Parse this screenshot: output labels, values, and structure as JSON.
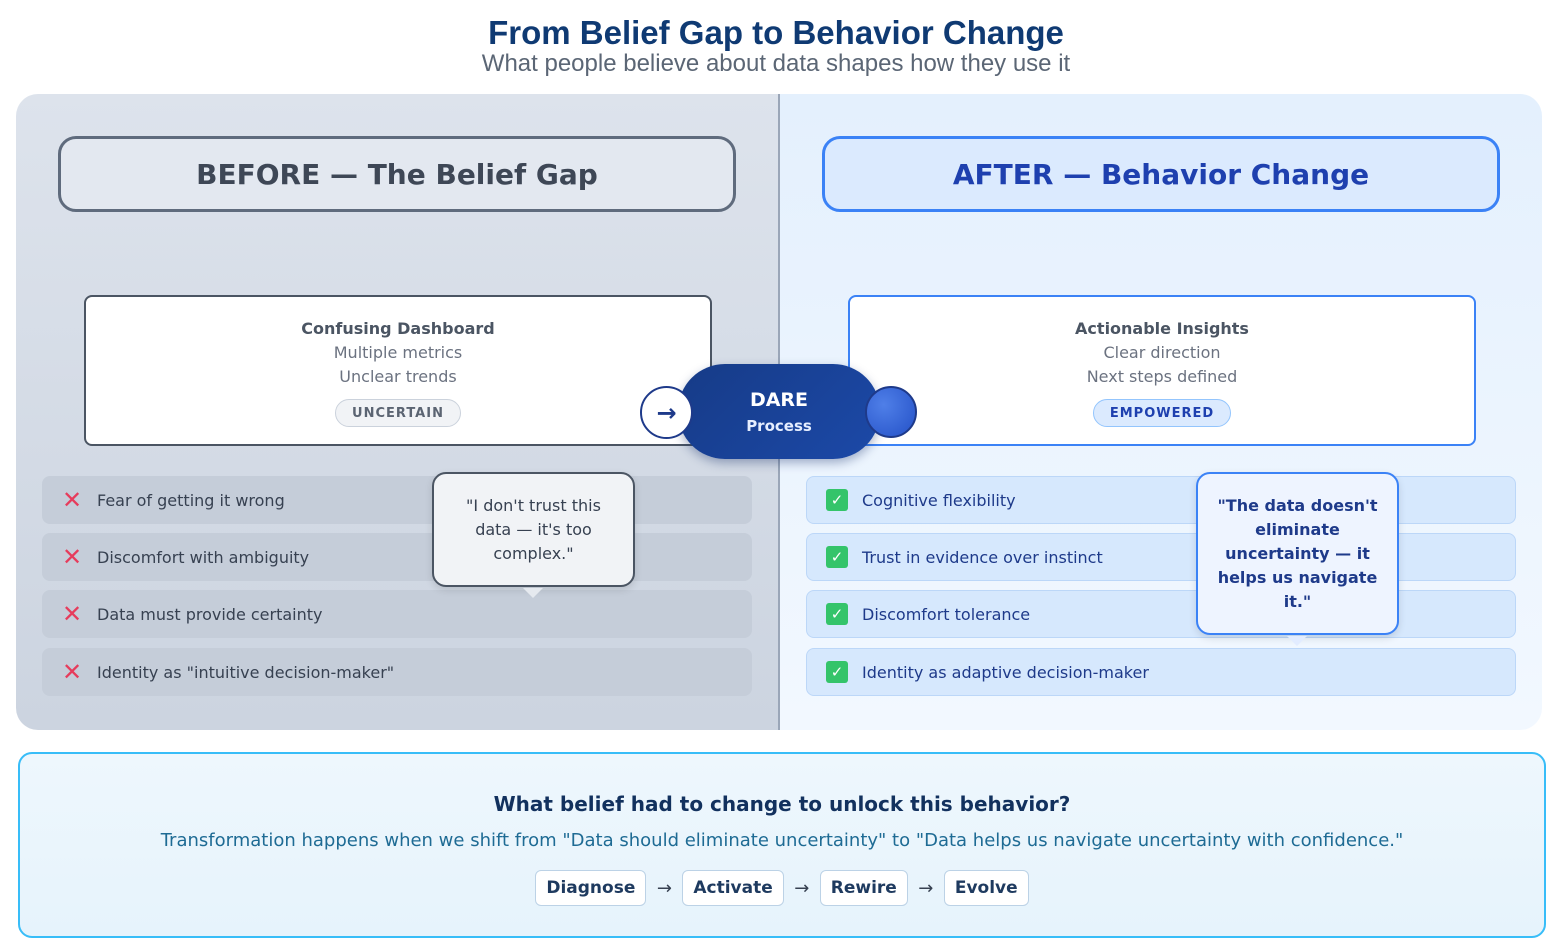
{
  "header": {
    "title": "From Belief Gap to Behavior Change",
    "subtitle": "What people believe about data shapes how they use it"
  },
  "before": {
    "heading": "BEFORE — The Belief Gap",
    "card": {
      "title": "Confusing Dashboard",
      "line1": "Multiple metrics",
      "line2": "Unclear trends",
      "badge": "UNCERTAIN"
    },
    "beliefs": [
      "Fear of getting it wrong",
      "Discomfort with ambiguity",
      "Data must provide certainty",
      "Identity as \"intuitive decision-maker\""
    ],
    "quote": "\"I don't trust this data — it's too complex.\""
  },
  "process": {
    "title": "DARE",
    "subtitle": "Process",
    "arrow": "→"
  },
  "after": {
    "heading": "AFTER — Behavior Change",
    "card": {
      "title": "Actionable Insights",
      "line1": "Clear direction",
      "line2": "Next steps defined",
      "badge": "EMPOWERED"
    },
    "beliefs": [
      "Cognitive flexibility",
      "Trust in evidence over instinct",
      "Discomfort tolerance",
      "Identity as adaptive decision-maker"
    ],
    "quote": "\"The data doesn't eliminate uncertainty — it helps us navigate it.\""
  },
  "bottom": {
    "title": "What belief had to change to unlock this behavior?",
    "text": "Transformation happens when we shift from \"Data should eliminate uncertainty\" to \"Data helps us navigate uncertainty with confidence.\"",
    "steps": [
      "Diagnose",
      "Activate",
      "Rewire",
      "Evolve"
    ],
    "arrow": "→"
  },
  "icons": {
    "negative": "x-mark-icon",
    "positive": "check-mark-icon"
  },
  "colors": {
    "title": "#0f3a73",
    "accent_blue": "#3b82f6",
    "negative": "#e63c5c",
    "positive": "#34c46a",
    "process": "#163b87"
  }
}
